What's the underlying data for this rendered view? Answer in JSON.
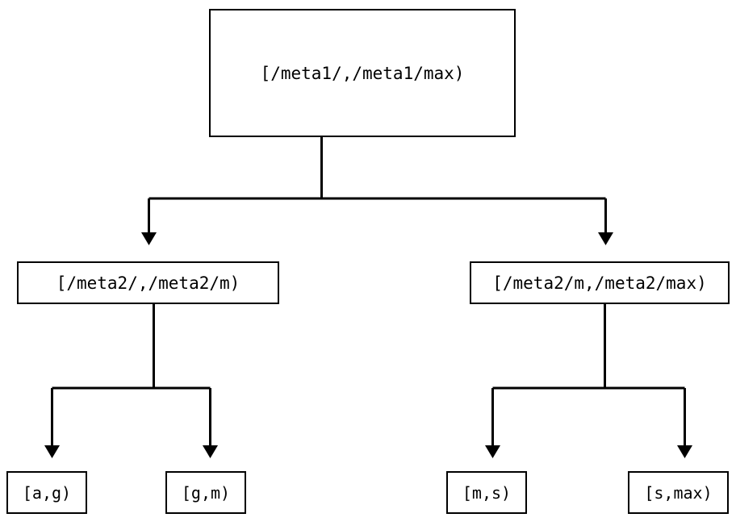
{
  "diagram": {
    "type": "tree",
    "orientation": "top-down",
    "background_color": "#ffffff",
    "line_color": "#000000",
    "text_color": "#000000",
    "border_color": "#000000",
    "edge_arrowhead": "filled-triangle-down",
    "levels": 3,
    "nodes": {
      "root": {
        "label": "[/meta1/,/meta1/max)",
        "name": "root-node"
      },
      "mid_left": {
        "label": "[/meta2/,/meta2/m)",
        "name": "mid-node-left"
      },
      "mid_right": {
        "label": "[/meta2/m,/meta2/max)",
        "name": "mid-node-right"
      },
      "leaf_1": {
        "label": "[a,g)",
        "name": "leaf-node-a-g"
      },
      "leaf_2": {
        "label": "[g,m)",
        "name": "leaf-node-g-m"
      },
      "leaf_3": {
        "label": "[m,s)",
        "name": "leaf-node-m-s"
      },
      "leaf_4": {
        "label": "[s,max)",
        "name": "leaf-node-s-max"
      }
    },
    "edges": [
      {
        "from": "root",
        "to": "mid_left"
      },
      {
        "from": "root",
        "to": "mid_right"
      },
      {
        "from": "mid_left",
        "to": "leaf_1"
      },
      {
        "from": "mid_left",
        "to": "leaf_2"
      },
      {
        "from": "mid_right",
        "to": "leaf_3"
      },
      {
        "from": "mid_right",
        "to": "leaf_4"
      }
    ]
  }
}
